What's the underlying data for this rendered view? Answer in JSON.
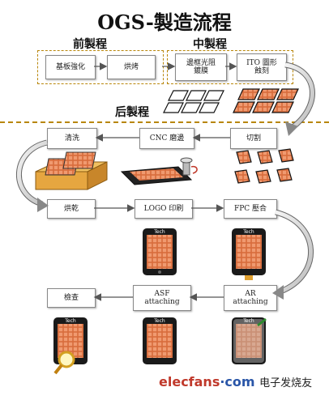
{
  "title": "OGS-製造流程",
  "sections": {
    "front": "前製程",
    "middle": "中製程",
    "back": "后製程"
  },
  "steps": {
    "s1": "基板強化",
    "s2": "烘烤",
    "s3a": "邊框光阻",
    "s3b": "鍍膜",
    "s4a": "ITO 圖形",
    "s4b": "蝕刻",
    "s5": "切割",
    "s6": "CNC 磨邊",
    "s7": "清洗",
    "s8": "烘乾",
    "s9": "LOGO 印刷",
    "s10": "FPC 壓合",
    "s11a": "AR",
    "s11b": "attaching",
    "s12a": "ASF",
    "s12b": "attaching",
    "s13": "檢查"
  },
  "phone_label": "Tech",
  "watermark": {
    "site": "elecfans",
    "dot": "·",
    "domain": "com",
    "cn": "电子发烧友"
  },
  "colors": {
    "accent": "#b8860b",
    "tile": "#e8845a",
    "phone": "#1a1a1a",
    "logo_red": "#c0392b",
    "logo_blue": "#2a56a8"
  }
}
